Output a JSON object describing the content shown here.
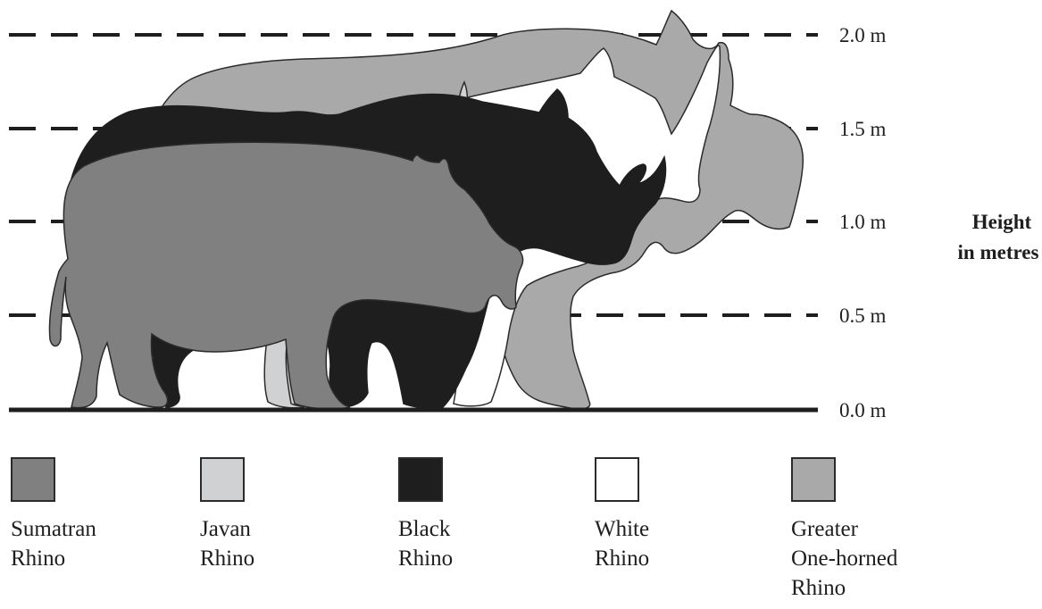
{
  "axis": {
    "title_line1": "Height",
    "title_line2": "in metres",
    "ticks": [
      "2.0 m",
      "1.5 m",
      "1.0 m",
      "0.5 m",
      "0.0 m"
    ]
  },
  "colors": {
    "sumatran": "#808080",
    "javan": "#d0d1d3",
    "black": "#1e1e1e",
    "white": "#ffffff",
    "greater": "#a9a9aa",
    "outline": "#2b2b2b"
  },
  "legend": [
    {
      "label": "Sumatran\nRhino",
      "color": "#808080"
    },
    {
      "label": "Javan\nRhino",
      "color": "#d0d1d3"
    },
    {
      "label": "Black\nRhino",
      "color": "#1e1e1e"
    },
    {
      "label": "White\nRhino",
      "color": "#ffffff"
    },
    {
      "label": "Greater\nOne-horned\nRhino",
      "color": "#a9a9aa"
    }
  ]
}
